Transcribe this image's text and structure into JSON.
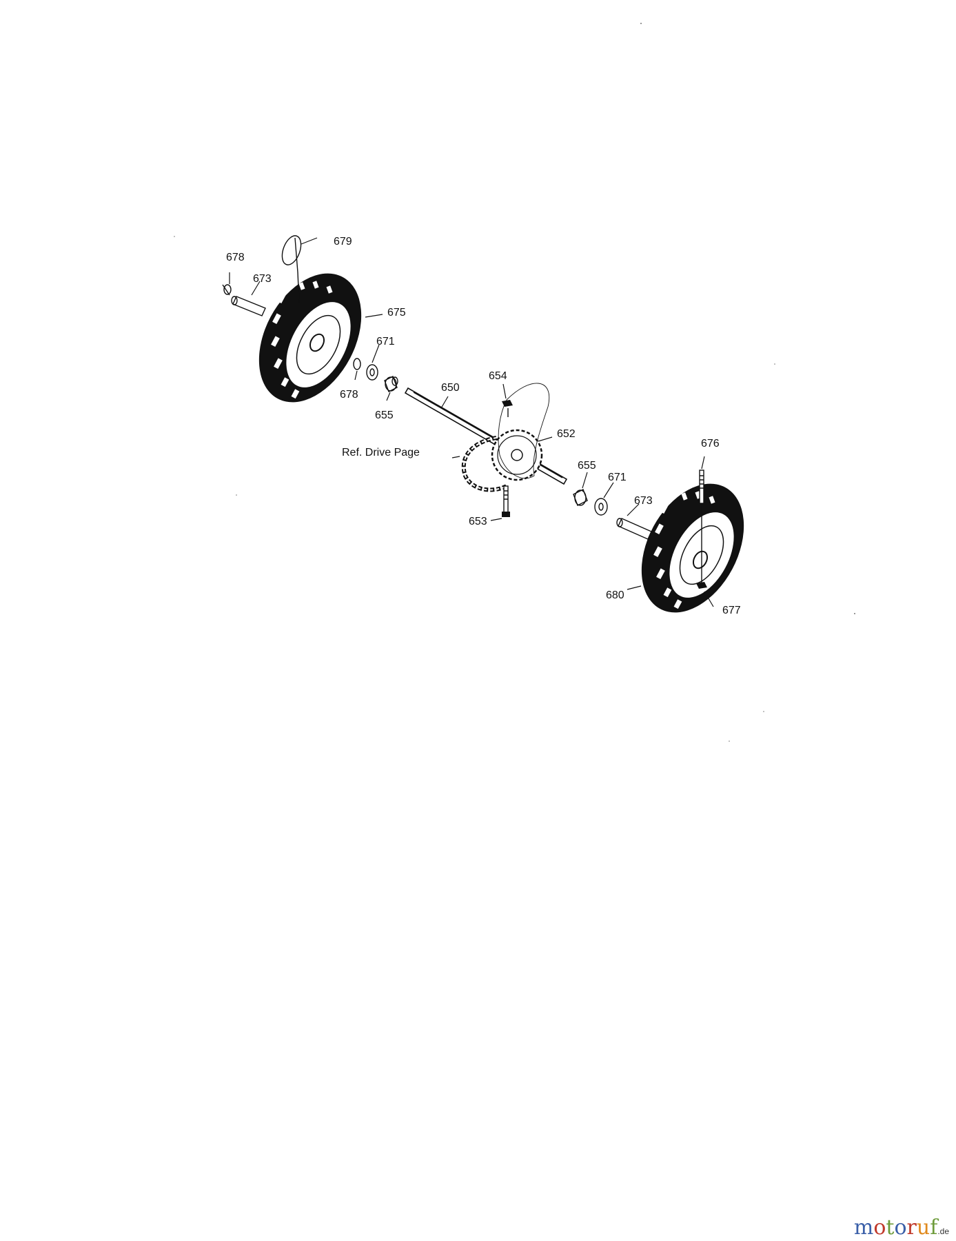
{
  "diagram": {
    "reference_note": "Ref. Drive Page",
    "parts": {
      "p679": "679",
      "p678_top": "678",
      "p673_top": "673",
      "p675": "675",
      "p671_top": "671",
      "p678_mid": "678",
      "p655_top": "655",
      "p654": "654",
      "p650": "650",
      "p652": "652",
      "p676": "676",
      "p655_bot": "655",
      "p671_bot": "671",
      "p673_bot": "673",
      "p653": "653",
      "p680": "680",
      "p677": "677"
    }
  },
  "watermark": {
    "letters": [
      "m",
      "o",
      "t",
      "o",
      "r",
      "u",
      "f"
    ],
    "letter_colors": [
      "#3a5fa8",
      "#c0392b",
      "#6d9b3a",
      "#3a5fa8",
      "#c0392b",
      "#e08a1e",
      "#6d9b3a"
    ],
    "suffix": ".de"
  }
}
